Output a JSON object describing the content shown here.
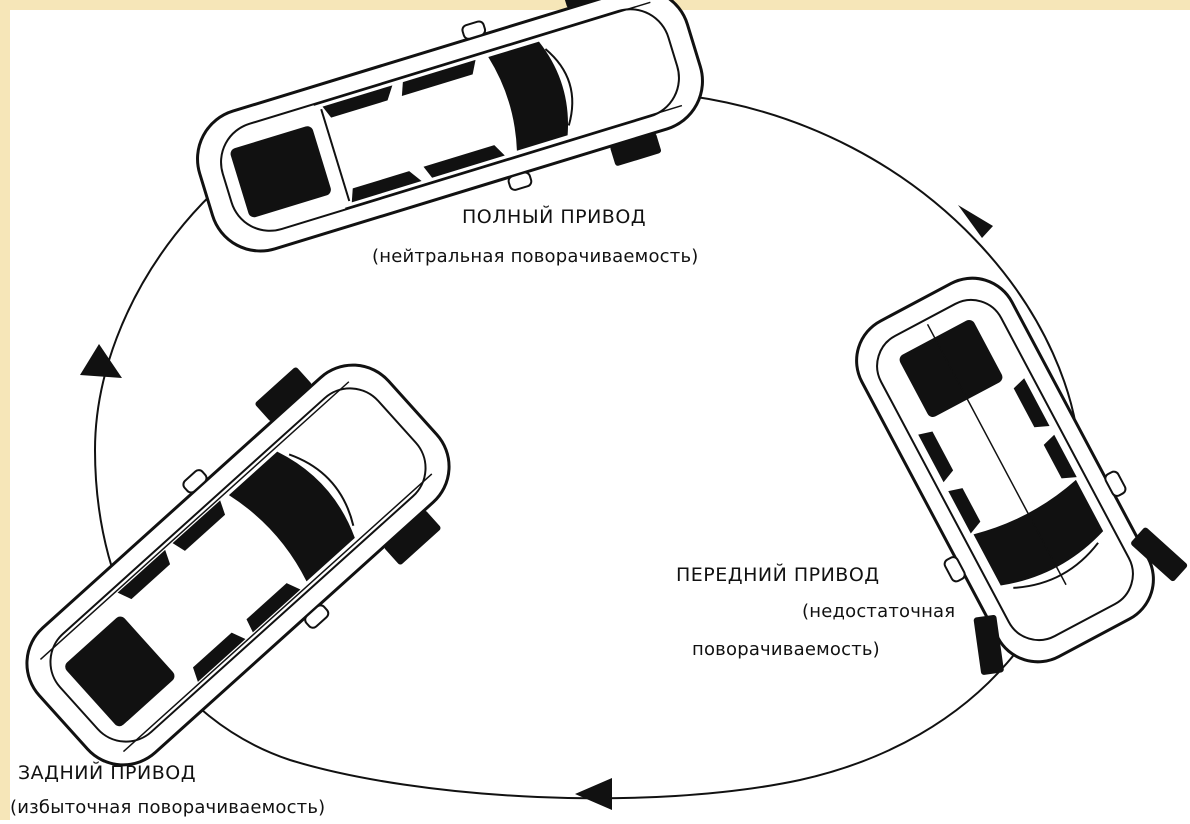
{
  "diagram": {
    "colors": {
      "line": "#111111",
      "fill": "#111111",
      "border": "#f6e6b8",
      "background": "#ffffff"
    },
    "labels": {
      "awd_title": "ПОЛНЫЙ ПРИВОД",
      "awd_sub": "(нейтральная поворачиваемость)",
      "fwd_title": "ПЕРЕДНИЙ ПРИВОД",
      "fwd_sub_line1": "(недостаточная",
      "fwd_sub_line2": "поворачиваемость)",
      "rwd_title": "ЗАДНИЙ ПРИВОД",
      "rwd_sub": "(избыточная поворачиваемость)"
    },
    "icons": [
      "car-top-view-icon",
      "direction-arrow-icon"
    ]
  }
}
